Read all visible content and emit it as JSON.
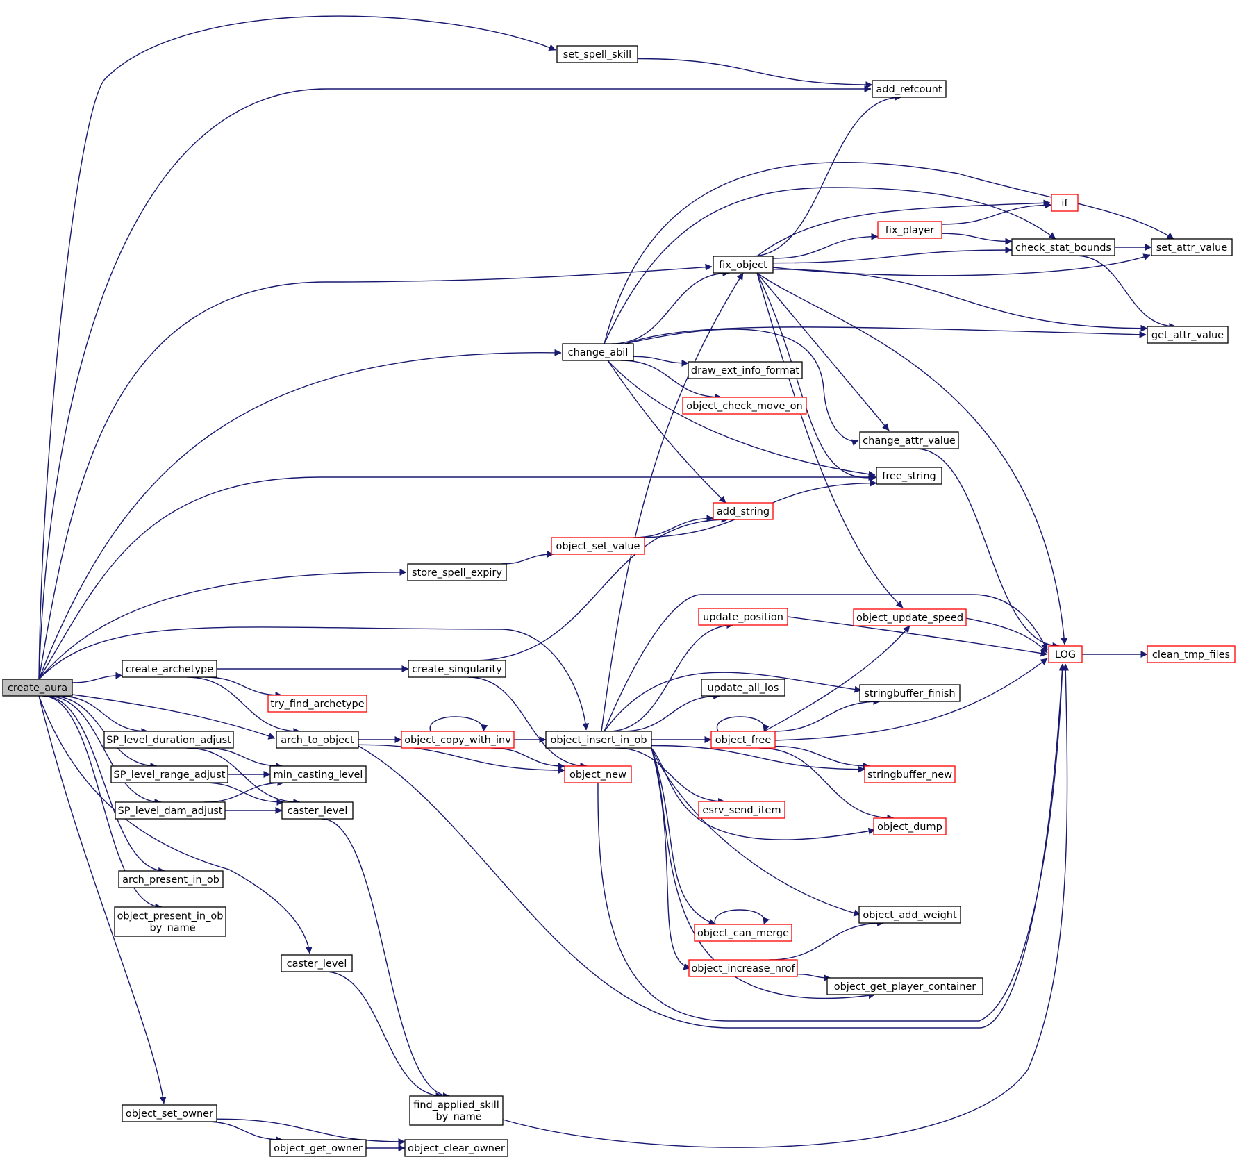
{
  "colors": {
    "edge": "#191970",
    "root_fill": "#bfbfbf",
    "node_fill": "#ffffff",
    "normal_border": "#000000",
    "truncated_border": "#ff0000"
  },
  "nodes": {
    "create_aura": {
      "lines": [
        "create_aura"
      ],
      "kind": "root"
    },
    "set_spell_skill": {
      "lines": [
        "set_spell_skill"
      ],
      "kind": "normal"
    },
    "add_refcount": {
      "lines": [
        "add_refcount"
      ],
      "kind": "normal"
    },
    "if_": {
      "lines": [
        "if"
      ],
      "kind": "truncated"
    },
    "fix_player": {
      "lines": [
        "fix_player"
      ],
      "kind": "truncated"
    },
    "fix_object": {
      "lines": [
        "fix_object"
      ],
      "kind": "normal"
    },
    "check_stat_bounds": {
      "lines": [
        "check_stat_bounds"
      ],
      "kind": "normal"
    },
    "set_attr_value": {
      "lines": [
        "set_attr_value"
      ],
      "kind": "normal"
    },
    "get_attr_value": {
      "lines": [
        "get_attr_value"
      ],
      "kind": "normal"
    },
    "change_abil": {
      "lines": [
        "change_abil"
      ],
      "kind": "normal"
    },
    "draw_ext_info_format": {
      "lines": [
        "draw_ext_info_format"
      ],
      "kind": "normal"
    },
    "object_check_move_on": {
      "lines": [
        "object_check_move_on"
      ],
      "kind": "truncated"
    },
    "change_attr_value": {
      "lines": [
        "change_attr_value"
      ],
      "kind": "normal"
    },
    "free_string": {
      "lines": [
        "free_string"
      ],
      "kind": "normal"
    },
    "add_string": {
      "lines": [
        "add_string"
      ],
      "kind": "truncated"
    },
    "object_set_value": {
      "lines": [
        "object_set_value"
      ],
      "kind": "truncated"
    },
    "store_spell_expiry": {
      "lines": [
        "store_spell_expiry"
      ],
      "kind": "normal"
    },
    "update_position": {
      "lines": [
        "update_position"
      ],
      "kind": "truncated"
    },
    "object_update_speed": {
      "lines": [
        "object_update_speed"
      ],
      "kind": "truncated"
    },
    "LOG": {
      "lines": [
        "LOG"
      ],
      "kind": "truncated"
    },
    "clean_tmp_files": {
      "lines": [
        "clean_tmp_files"
      ],
      "kind": "truncated"
    },
    "create_archetype": {
      "lines": [
        "create_archetype"
      ],
      "kind": "normal"
    },
    "create_singularity": {
      "lines": [
        "create_singularity"
      ],
      "kind": "normal"
    },
    "try_find_archetype": {
      "lines": [
        "try_find_archetype"
      ],
      "kind": "truncated"
    },
    "update_all_los": {
      "lines": [
        "update_all_los"
      ],
      "kind": "normal"
    },
    "stringbuffer_finish": {
      "lines": [
        "stringbuffer_finish"
      ],
      "kind": "normal"
    },
    "SP_level_duration_adjust": {
      "lines": [
        "SP_level_duration_adjust"
      ],
      "kind": "normal"
    },
    "arch_to_object": {
      "lines": [
        "arch_to_object"
      ],
      "kind": "normal"
    },
    "object_copy_with_inv": {
      "lines": [
        "object_copy_with_inv"
      ],
      "kind": "truncated"
    },
    "object_insert_in_ob": {
      "lines": [
        "object_insert_in_ob"
      ],
      "kind": "normal"
    },
    "object_free": {
      "lines": [
        "object_free"
      ],
      "kind": "truncated"
    },
    "SP_level_range_adjust": {
      "lines": [
        "SP_level_range_adjust"
      ],
      "kind": "normal"
    },
    "min_casting_level": {
      "lines": [
        "min_casting_level"
      ],
      "kind": "normal"
    },
    "object_new": {
      "lines": [
        "object_new"
      ],
      "kind": "truncated"
    },
    "stringbuffer_new": {
      "lines": [
        "stringbuffer_new"
      ],
      "kind": "truncated"
    },
    "SP_level_dam_adjust": {
      "lines": [
        "SP_level_dam_adjust"
      ],
      "kind": "normal"
    },
    "caster_level_1": {
      "lines": [
        "caster_level"
      ],
      "kind": "normal"
    },
    "esrv_send_item": {
      "lines": [
        "esrv_send_item"
      ],
      "kind": "truncated"
    },
    "object_dump": {
      "lines": [
        "object_dump"
      ],
      "kind": "truncated"
    },
    "arch_present_in_ob": {
      "lines": [
        "arch_present_in_ob"
      ],
      "kind": "normal"
    },
    "object_present_in_ob_by_name": {
      "lines": [
        "object_present_in_ob",
        "_by_name"
      ],
      "kind": "normal"
    },
    "object_add_weight": {
      "lines": [
        "object_add_weight"
      ],
      "kind": "normal"
    },
    "object_can_merge": {
      "lines": [
        "object_can_merge"
      ],
      "kind": "truncated"
    },
    "caster_level_2": {
      "lines": [
        "caster_level"
      ],
      "kind": "normal"
    },
    "object_increase_nrof": {
      "lines": [
        "object_increase_nrof"
      ],
      "kind": "truncated"
    },
    "object_get_player_container": {
      "lines": [
        "object_get_player_container"
      ],
      "kind": "normal"
    },
    "find_applied_skill_by_name": {
      "lines": [
        "find_applied_skill",
        "_by_name"
      ],
      "kind": "normal"
    },
    "object_set_owner": {
      "lines": [
        "object_set_owner"
      ],
      "kind": "normal"
    },
    "object_get_owner": {
      "lines": [
        "object_get_owner"
      ],
      "kind": "normal"
    },
    "object_clear_owner": {
      "lines": [
        "object_clear_owner"
      ],
      "kind": "normal"
    }
  },
  "edges": [
    [
      "create_aura",
      "set_spell_skill"
    ],
    [
      "create_aura",
      "add_refcount"
    ],
    [
      "create_aura",
      "fix_object"
    ],
    [
      "create_aura",
      "change_abil"
    ],
    [
      "create_aura",
      "free_string"
    ],
    [
      "create_aura",
      "store_spell_expiry"
    ],
    [
      "create_aura",
      "object_insert_in_ob"
    ],
    [
      "create_aura",
      "create_archetype"
    ],
    [
      "create_aura",
      "arch_to_object"
    ],
    [
      "create_aura",
      "SP_level_duration_adjust"
    ],
    [
      "create_aura",
      "SP_level_range_adjust"
    ],
    [
      "create_aura",
      "SP_level_dam_adjust"
    ],
    [
      "create_aura",
      "arch_present_in_ob"
    ],
    [
      "create_aura",
      "object_present_in_ob_by_name"
    ],
    [
      "create_aura",
      "caster_level_2"
    ],
    [
      "create_aura",
      "object_set_owner"
    ],
    [
      "set_spell_skill",
      "add_refcount"
    ],
    [
      "fix_object",
      "add_refcount"
    ],
    [
      "fix_object",
      "if_"
    ],
    [
      "fix_object",
      "fix_player"
    ],
    [
      "fix_object",
      "check_stat_bounds"
    ],
    [
      "fix_object",
      "set_attr_value"
    ],
    [
      "fix_object",
      "get_attr_value"
    ],
    [
      "fix_object",
      "change_attr_value"
    ],
    [
      "fix_object",
      "free_string"
    ],
    [
      "fix_object",
      "LOG"
    ],
    [
      "fix_object",
      "object_update_speed"
    ],
    [
      "fix_player",
      "if_"
    ],
    [
      "fix_player",
      "check_stat_bounds"
    ],
    [
      "check_stat_bounds",
      "set_attr_value"
    ],
    [
      "check_stat_bounds",
      "get_attr_value"
    ],
    [
      "change_abil",
      "set_attr_value"
    ],
    [
      "change_abil",
      "check_stat_bounds"
    ],
    [
      "change_abil",
      "fix_object"
    ],
    [
      "change_abil",
      "get_attr_value"
    ],
    [
      "change_abil",
      "draw_ext_info_format"
    ],
    [
      "change_abil",
      "object_check_move_on"
    ],
    [
      "change_abil",
      "change_attr_value"
    ],
    [
      "change_abil",
      "free_string"
    ],
    [
      "change_abil",
      "add_string"
    ],
    [
      "change_attr_value",
      "LOG"
    ],
    [
      "object_set_value",
      "add_string"
    ],
    [
      "object_set_value",
      "free_string"
    ],
    [
      "store_spell_expiry",
      "object_set_value"
    ],
    [
      "update_position",
      "LOG"
    ],
    [
      "object_update_speed",
      "LOG"
    ],
    [
      "LOG",
      "clean_tmp_files"
    ],
    [
      "create_archetype",
      "create_singularity"
    ],
    [
      "create_archetype",
      "try_find_archetype"
    ],
    [
      "create_archetype",
      "arch_to_object"
    ],
    [
      "create_singularity",
      "add_string"
    ],
    [
      "create_singularity",
      "object_new"
    ],
    [
      "arch_to_object",
      "object_copy_with_inv"
    ],
    [
      "arch_to_object",
      "object_new"
    ],
    [
      "arch_to_object",
      "LOG"
    ],
    [
      "object_copy_with_inv",
      "object_copy_with_inv"
    ],
    [
      "object_copy_with_inv",
      "object_insert_in_ob"
    ],
    [
      "object_copy_with_inv",
      "object_new"
    ],
    [
      "object_insert_in_ob",
      "fix_object"
    ],
    [
      "object_insert_in_ob",
      "LOG"
    ],
    [
      "object_insert_in_ob",
      "update_position"
    ],
    [
      "object_insert_in_ob",
      "stringbuffer_finish"
    ],
    [
      "object_insert_in_ob",
      "update_all_los"
    ],
    [
      "object_insert_in_ob",
      "object_free"
    ],
    [
      "object_insert_in_ob",
      "stringbuffer_new"
    ],
    [
      "object_insert_in_ob",
      "esrv_send_item"
    ],
    [
      "object_insert_in_ob",
      "object_dump"
    ],
    [
      "object_insert_in_ob",
      "object_add_weight"
    ],
    [
      "object_insert_in_ob",
      "object_can_merge"
    ],
    [
      "object_insert_in_ob",
      "object_increase_nrof"
    ],
    [
      "object_insert_in_ob",
      "object_get_player_container"
    ],
    [
      "object_free",
      "object_free"
    ],
    [
      "object_free",
      "object_update_speed"
    ],
    [
      "object_free",
      "stringbuffer_finish"
    ],
    [
      "object_free",
      "LOG"
    ],
    [
      "object_free",
      "stringbuffer_new"
    ],
    [
      "object_free",
      "object_dump"
    ],
    [
      "object_new",
      "LOG"
    ],
    [
      "object_can_merge",
      "object_can_merge"
    ],
    [
      "object_increase_nrof",
      "object_add_weight"
    ],
    [
      "object_increase_nrof",
      "object_get_player_container"
    ],
    [
      "SP_level_duration_adjust",
      "min_casting_level"
    ],
    [
      "SP_level_duration_adjust",
      "caster_level_1"
    ],
    [
      "SP_level_range_adjust",
      "min_casting_level"
    ],
    [
      "SP_level_range_adjust",
      "caster_level_1"
    ],
    [
      "SP_level_dam_adjust",
      "min_casting_level"
    ],
    [
      "SP_level_dam_adjust",
      "caster_level_1"
    ],
    [
      "caster_level_1",
      "find_applied_skill_by_name"
    ],
    [
      "caster_level_2",
      "find_applied_skill_by_name"
    ],
    [
      "find_applied_skill_by_name",
      "LOG"
    ],
    [
      "object_set_owner",
      "object_get_owner"
    ],
    [
      "object_set_owner",
      "object_clear_owner"
    ],
    [
      "object_get_owner",
      "object_clear_owner"
    ]
  ]
}
